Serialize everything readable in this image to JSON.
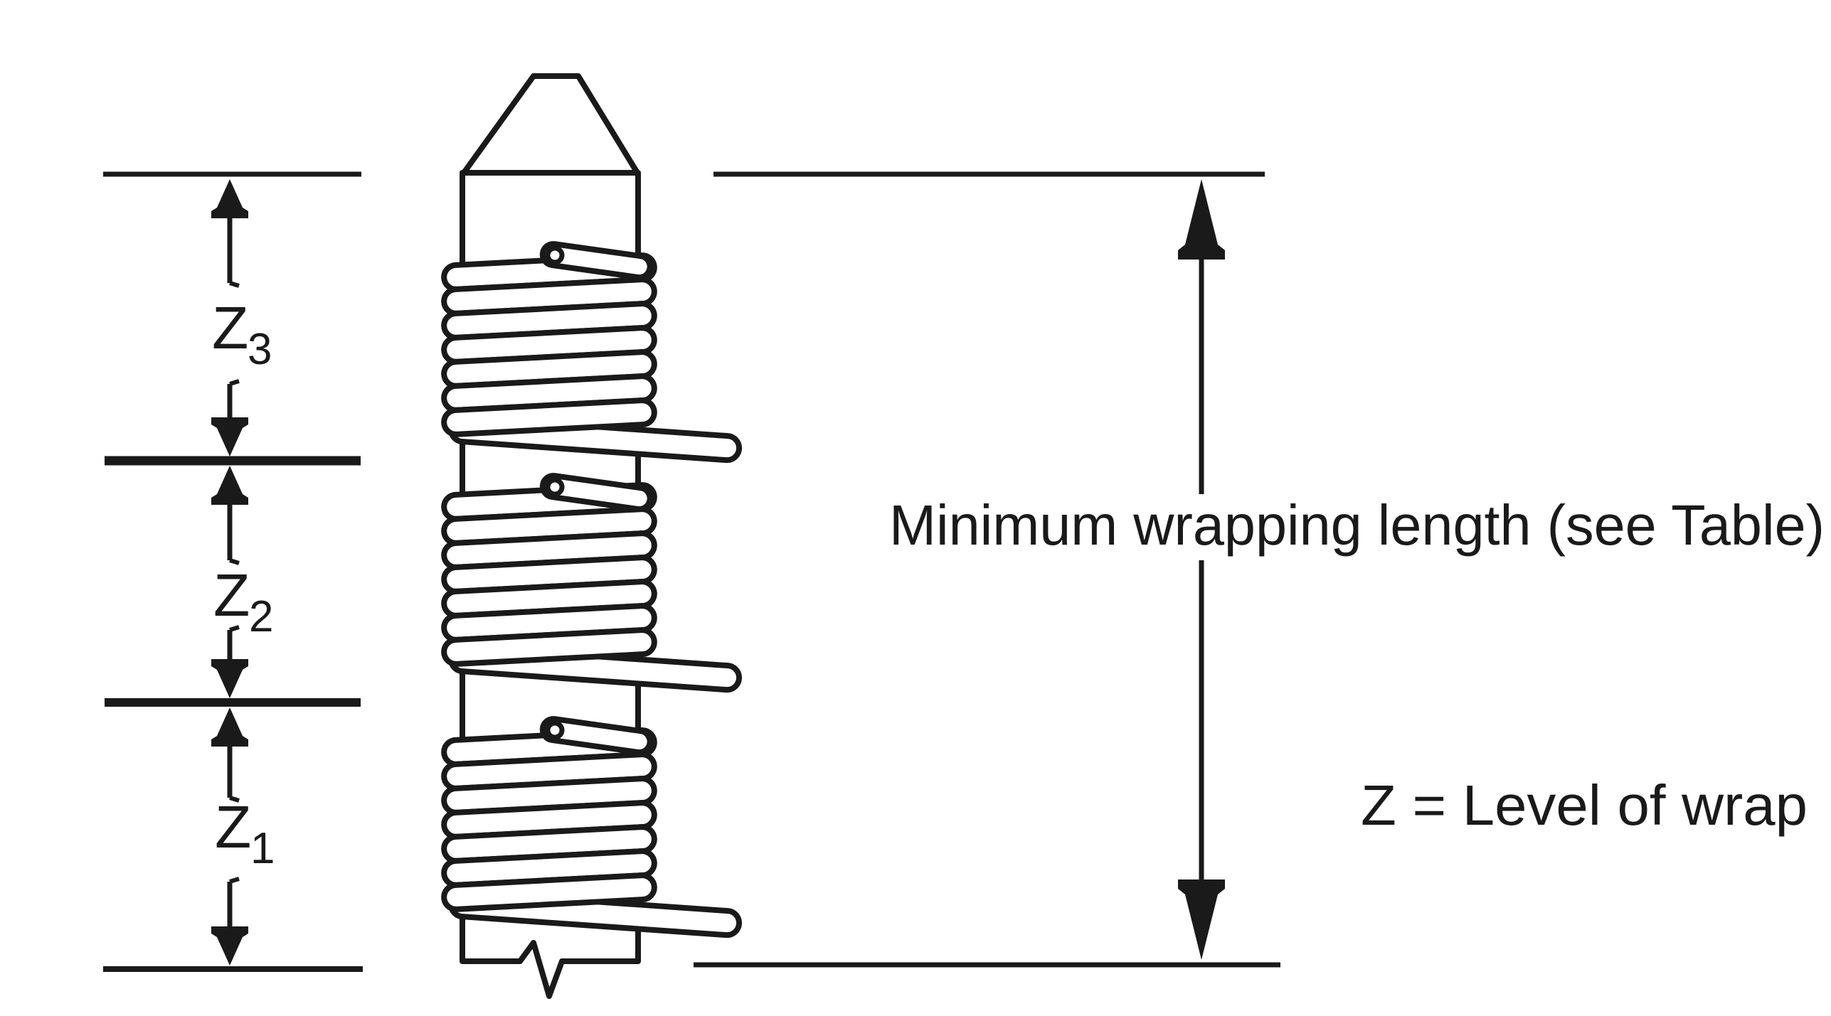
{
  "diagram": {
    "subject": "Wire-wrap post with three levels of wrap",
    "ink_color": "#1a1a1a",
    "paper_color": "#ffffff",
    "wrap_levels": 3,
    "turns_per_level": 7,
    "labels": {
      "min_wrap_length": "Minimum wrapping length (see Table)",
      "z_definition": "Z = Level of wrap",
      "z3_base": "Z",
      "z3_sub": "3",
      "z2_base": "Z",
      "z2_sub": "2",
      "z1_base": "Z",
      "z1_sub": "1"
    }
  }
}
